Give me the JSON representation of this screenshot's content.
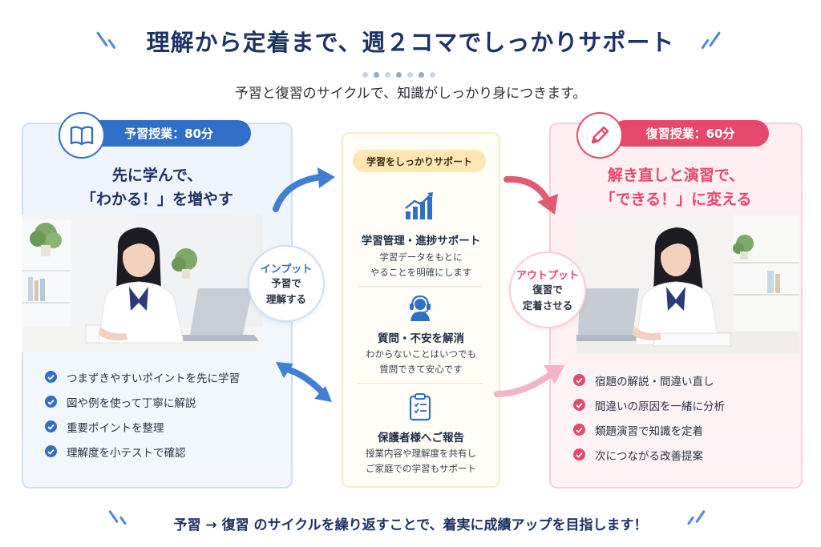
{
  "header": {
    "title": "理解から定着まで、週２コマでしっかりサポート",
    "subtitle": "予習と復習のサイクルで、知識がしっかり身につきます。"
  },
  "left": {
    "pill": "予習授業：80分",
    "icon": "book-icon",
    "heading_line1": "先に学んで、",
    "heading_line2": "「わかる！」を増やす",
    "items": [
      "つまずきやすいポイントを先に学習",
      "図や例を使って丁寧に解説",
      "重要ポイントを整理",
      "理解度を小テストで確認"
    ],
    "bubble_title": "インプット",
    "bubble_line1": "予習で",
    "bubble_line2": "理解する",
    "accent": "#2f6fc8"
  },
  "center": {
    "pill": "学習をしっかりサポート",
    "sections": [
      {
        "icon": "chart-icon",
        "title": "学習管理・進捗サポート",
        "line1": "学習データをもとに",
        "line2": "やることを明確にします"
      },
      {
        "icon": "headset-icon",
        "title": "質問・不安を解消",
        "line1": "わからないことはいつでも",
        "line2": "質問できて安心です"
      },
      {
        "icon": "clipboard-icon",
        "title": "保護者様へご報告",
        "line1": "授業内容や理解度を共有し",
        "line2": "ご家庭での学習もサポート"
      }
    ]
  },
  "right": {
    "pill": "復習授業：60分",
    "icon": "pencil-icon",
    "heading_line1": "解き直しと演習で、",
    "heading_line2": "「できる！」に変える",
    "items": [
      "宿題の解説・間違い直し",
      "間違いの原因を一緒に分析",
      "類題演習で知識を定着",
      "次につながる改善提案"
    ],
    "bubble_title": "アウトプット",
    "bubble_line1": "復習で",
    "bubble_line2": "定着させる",
    "accent": "#e8476c"
  },
  "footer": {
    "text": "予習 → 復習 のサイクルを繰り返すことで、着実に成績アップを目指します！"
  }
}
